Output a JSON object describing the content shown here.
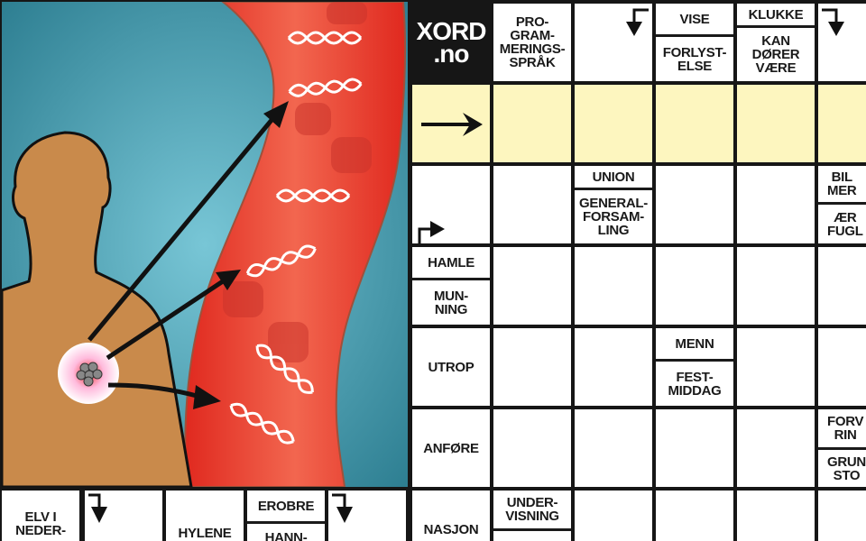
{
  "logo": {
    "line1": "XORD",
    "line2": ".no"
  },
  "colors": {
    "highlight_row": "#fdf6bf",
    "grid": "#161616",
    "background_teal": "#4aa3b8",
    "vessel_red": "#e8362b",
    "skin": "#c98a4b"
  },
  "grid": {
    "r0": {
      "c1": "PRO-\nGRAM-\nMERINGS-\nSPRÅK",
      "c3_top": "VISE",
      "c3_bot": "FORLYST-\nELSE",
      "c4_top": "KLUKKE",
      "c4_bot": "KAN\nDØRER\nVÆRE"
    },
    "r2": {
      "c2_top": "UNION",
      "c2_bot": "GENERAL-\nFORSAM-\nLING",
      "c5_top": "BIL\nMER",
      "c5_bot": "ÆR\nFUGL"
    },
    "r3": {
      "c0_top": "HAMLE",
      "c0_bot": "MUN-\nNING"
    },
    "r4": {
      "c0": "UTROP",
      "c3_top": "MENN",
      "c3_bot": "FEST-\nMIDDAG"
    },
    "r5": {
      "c0": "ANFØRE",
      "c5_top": "FORV\nRIN",
      "c5_bot": "GRUN\nSTO"
    },
    "r6": {
      "c0": "NASJON",
      "c1_top": "UNDER-\nVISNING"
    }
  },
  "bottom_left": {
    "c0": "ELV I\nNEDER-",
    "c2": "HYLENE",
    "c3_top": "EROBRE",
    "c3_bot": "HANN-"
  },
  "icons": [
    "arrow-right-icon",
    "arrow-down-hook-icon",
    "arrow-corner-right-icon"
  ]
}
